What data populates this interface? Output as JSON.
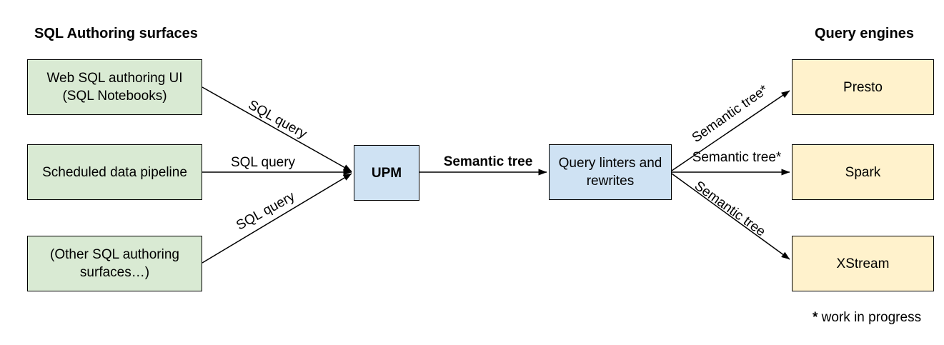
{
  "headers": {
    "left": "SQL Authoring surfaces",
    "right": "Query engines"
  },
  "boxes": {
    "web_sql": "Web SQL authoring UI\n(SQL Notebooks)",
    "scheduled_pipeline": "Scheduled data pipeline",
    "other_surfaces": "(Other SQL authoring\nsurfaces…)",
    "upm": "UPM",
    "query_linters": "Query linters and\nrewrites",
    "presto": "Presto",
    "spark": "Spark",
    "xstream": "XStream"
  },
  "edge_labels": {
    "websql_to_upm": "SQL query",
    "pipeline_to_upm": "SQL query",
    "other_to_upm": "SQL query",
    "upm_to_linters": "Semantic tree",
    "linters_to_presto": "Semantic tree*",
    "linters_to_spark": "Semantic tree*",
    "linters_to_xstream": "Semantic tree"
  },
  "footnote": {
    "marker": "*",
    "text": " work in progress"
  },
  "colors": {
    "authoring_box_fill": "#d9ead3",
    "processing_box_fill": "#cfe2f3",
    "engine_box_fill": "#fff2cc",
    "box_border": "#000000",
    "arrow": "#000000",
    "background": "#ffffff",
    "text": "#000000"
  }
}
